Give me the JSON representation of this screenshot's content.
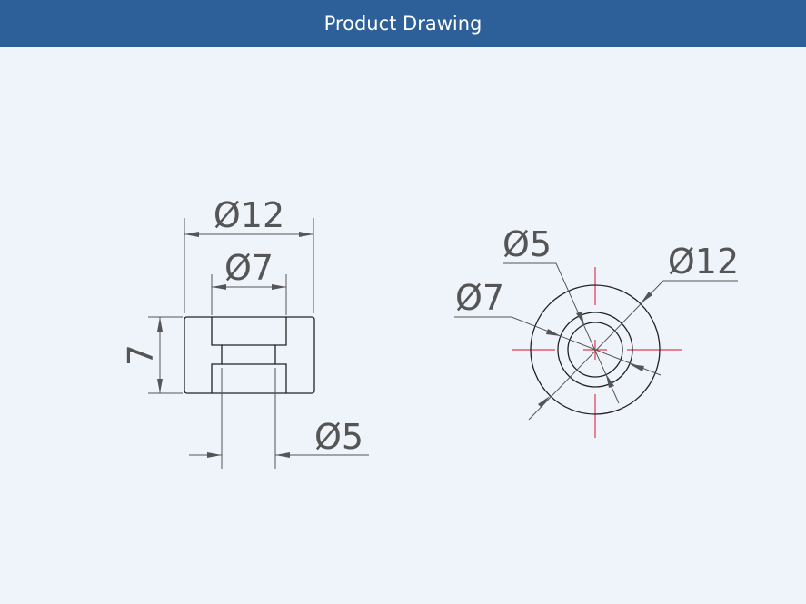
{
  "header": {
    "title": "Product Drawing"
  },
  "section_view": {
    "outer_diameter": "Ø12",
    "counterbore_diameter": "Ø7",
    "hole_diameter": "Ø5",
    "height": "7"
  },
  "top_view": {
    "hole_diameter": "Ø5",
    "counterbore_diameter": "Ø7",
    "outer_diameter": "Ø12"
  },
  "colors": {
    "header": "#2d6098",
    "background": "#eff4fb",
    "centerline": "#e0102a"
  }
}
